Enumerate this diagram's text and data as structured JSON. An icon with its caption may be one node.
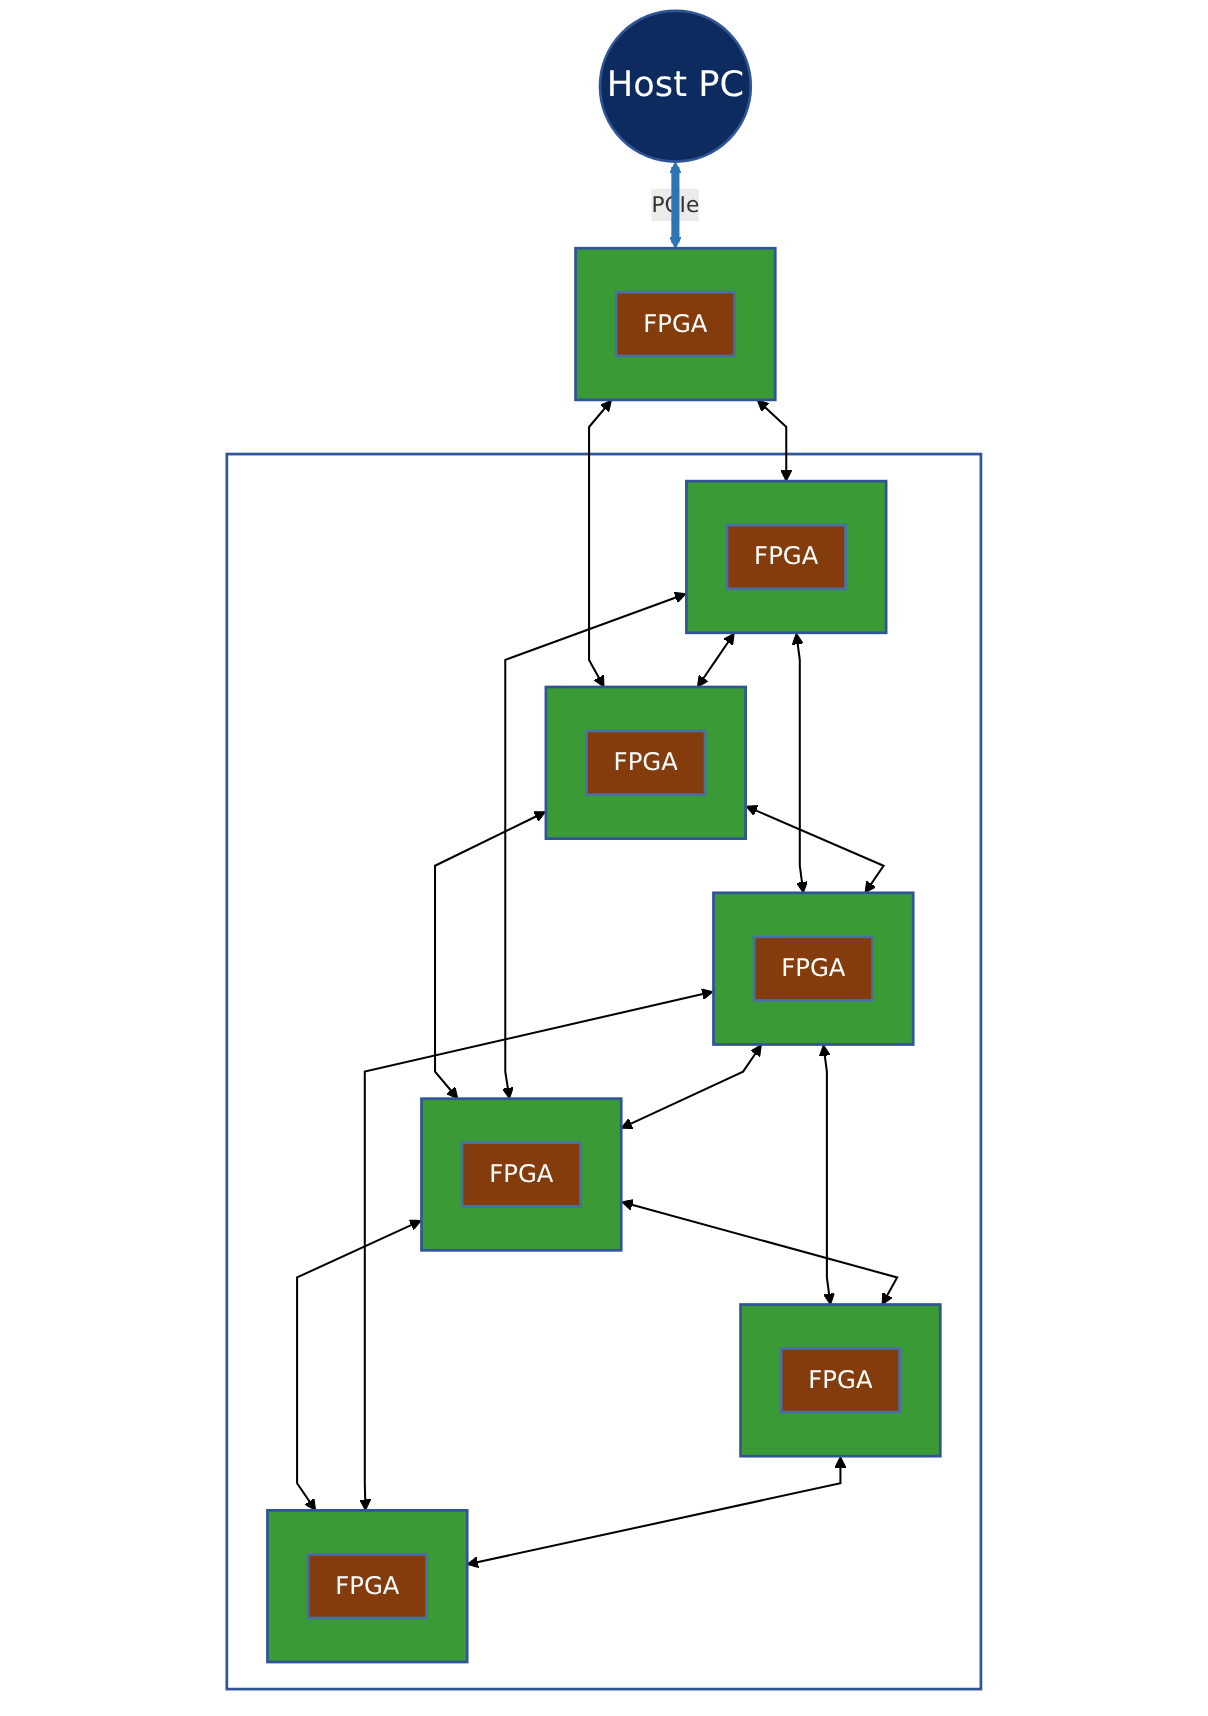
{
  "diagram": {
    "nodes": [
      {
        "text": [
          "Host PC"
        ]
      },
      {
        "text": [],
        "shape": "box"
      },
      {
        "text": [
          "FPGA"
        ],
        "in": 1
      },
      {
        "text": [],
        "shape": "box"
      },
      {
        "text": [],
        "shape": "box",
        "in": 3
      },
      {
        "text": [
          "FPGA"
        ],
        "in": 4
      },
      {
        "text": [],
        "shape": "box",
        "in": 3
      },
      {
        "text": [
          "FPGA"
        ],
        "in": 6
      },
      {
        "text": [],
        "shape": "box",
        "in": 3
      },
      {
        "text": [
          "FPGA"
        ],
        "in": 8
      },
      {
        "text": [],
        "shape": "box",
        "in": 3
      },
      {
        "text": [
          "FPGA"
        ],
        "in": 10
      },
      {
        "text": [],
        "shape": "box",
        "in": 3
      },
      {
        "text": [
          "FPGA"
        ],
        "in": 12
      },
      {
        "text": [],
        "shape": "box",
        "in": 3
      },
      {
        "text": [
          "FPGA"
        ],
        "in": 14
      }
    ],
    "edges": [
      {
        "from": 0,
        "to": 1,
        "arrow": "both",
        "label": "PCIe",
        "style": "thick",
        "color": "#2e75b6"
      },
      {
        "from": 1,
        "to": 4,
        "arrow": "both"
      },
      {
        "from": 1,
        "to": 6,
        "arrow": "both"
      },
      {
        "from": 4,
        "to": 6,
        "arrow": "both"
      },
      {
        "from": 4,
        "to": 8,
        "arrow": "both"
      },
      {
        "from": 6,
        "to": 10,
        "arrow": "both"
      },
      {
        "from": 4,
        "to": 10,
        "arrow": "both"
      },
      {
        "from": 6,
        "to": 8,
        "arrow": "both"
      },
      {
        "from": 8,
        "to": 10,
        "arrow": "both"
      },
      {
        "from": 8,
        "to": 12,
        "arrow": "both"
      },
      {
        "from": 10,
        "to": 14,
        "arrow": "both"
      },
      {
        "from": 8,
        "to": 14,
        "arrow": "both"
      },
      {
        "from": 10,
        "to": 12,
        "arrow": "both"
      },
      {
        "from": 12,
        "to": 14,
        "arrow": "both"
      }
    ]
  }
}
